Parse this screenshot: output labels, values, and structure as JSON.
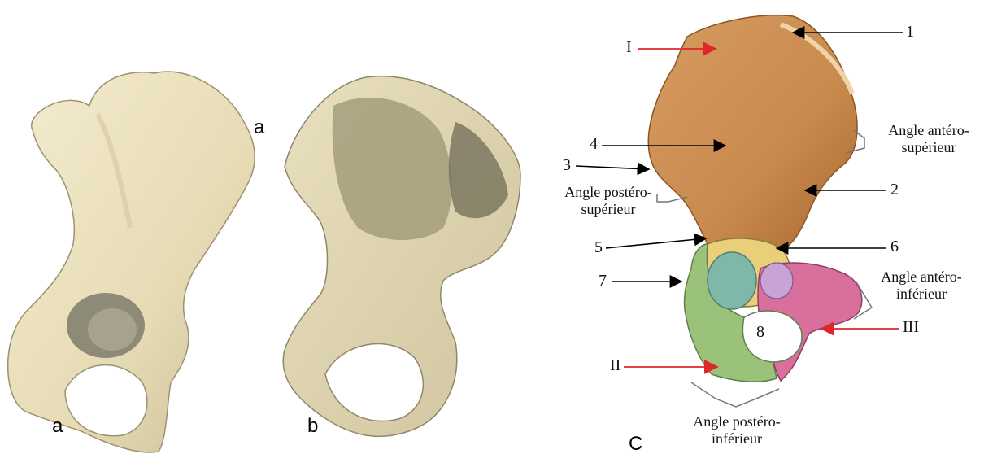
{
  "panel_letters": {
    "a_top": "a",
    "a_bottom": "a",
    "b": "b",
    "c": "C"
  },
  "labels": {
    "n1": "1",
    "n2": "2",
    "n3": "3",
    "n4": "4",
    "n5": "5",
    "n6": "6",
    "n7": "7",
    "n8": "8",
    "r1": "I",
    "r2": "II",
    "r3": "III",
    "angle_antero_superieur": [
      "Angle antéro-",
      "supérieur"
    ],
    "angle_postero_superieur": [
      "Angle postéro-",
      "supérieur"
    ],
    "angle_antero_inferieur": [
      "Angle antéro-",
      "inférieur"
    ],
    "angle_postero_inferieur": [
      "Angle postéro-",
      "inférieur"
    ]
  },
  "colors": {
    "bone_light": "#ece2bf",
    "bone_shadow": "#a59c7a",
    "bone_dark": "#6f6b55",
    "ilium": "#c98a4e",
    "ilium_dark": "#a8672e",
    "ischium": "#9bc27a",
    "pubis": "#d86f9c",
    "acetab_yellow": "#e9cf77",
    "acetab_teal": "#7fb8a8",
    "acetab_lavender": "#c9a3d6",
    "arrow_black": "#000000",
    "arrow_red": "#e0262a"
  }
}
